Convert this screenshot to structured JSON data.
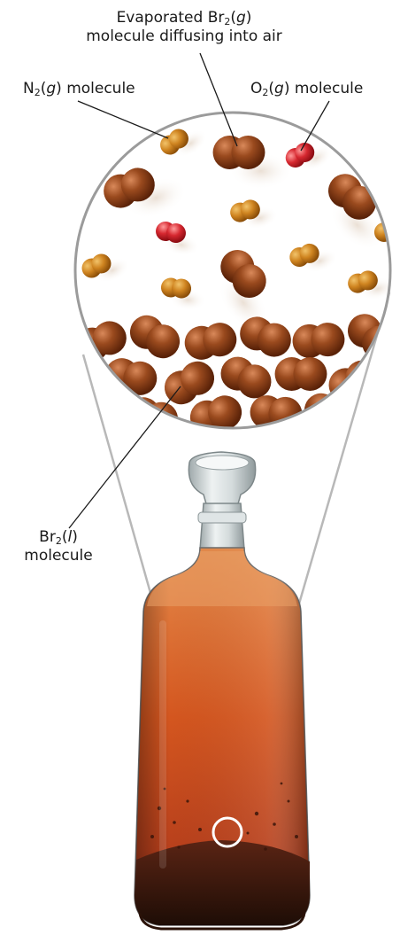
{
  "labels": {
    "evaporated": {
      "line1_prefix": "Evaporated Br",
      "line1_sub": "2",
      "line1_open": "(",
      "line1_state": "g",
      "line1_close": ")",
      "line2": "molecule diffusing into air"
    },
    "n2": {
      "prefix": "N",
      "sub": "2",
      "open": "(",
      "state": "g",
      "suffix": ") molecule"
    },
    "o2": {
      "prefix": "O",
      "sub": "2",
      "open": "(",
      "state": "g",
      "suffix": ") molecule"
    },
    "br2_liquid": {
      "prefix": "Br",
      "sub": "2",
      "open": "(",
      "state": "l",
      "close": ")",
      "line2": "molecule"
    }
  },
  "colors": {
    "bromine_molecule": "#8a3a14",
    "nitrogen_molecule": "#c9791a",
    "oxygen_molecule": "#d0262c",
    "bottle_liquid": "#d9602a",
    "bottle_dark": "#3b1a10",
    "glass": "#cfd6d8"
  }
}
